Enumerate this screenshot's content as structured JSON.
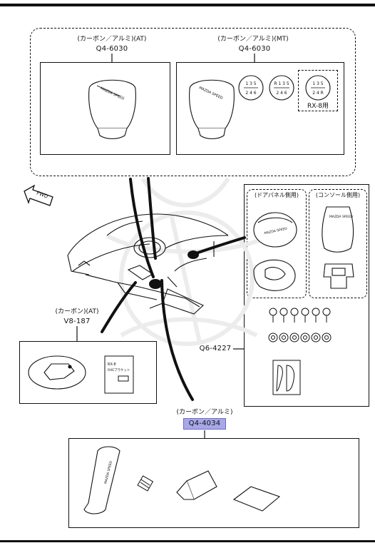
{
  "labels": {
    "at_knob_title": "(カーボン／アルミ)(AT)",
    "at_knob_part": "Q4-6030",
    "mt_knob_title": "(カーボン／アルミ)(MT)",
    "mt_knob_part": "Q4-6030",
    "rx8_note": "RX-8用",
    "fwd": "FWD",
    "door_panel_side": "(ドアパネル側用)",
    "console_side": "(コンソール側用)",
    "panel_part": "Q6-4227",
    "carbon_at_title": "(カーボン)(AT)",
    "carbon_at_part": "V8-187",
    "brake_title": "(カーボン／アルミ)",
    "brake_part": "Q4-4034",
    "knob_logo": "MAZDA SPEED",
    "sticker_brand": "RX-8",
    "sticker_text": "RXEブラケット"
  },
  "shift_patterns": [
    {
      "top": "1 3 5",
      "bottom": "2 4 6"
    },
    {
      "top": "R 1 3 5",
      "bottom": "2 4 6"
    },
    {
      "top": "1 3 5",
      "bottom": "2 4 R"
    }
  ],
  "colors": {
    "line": "#111111",
    "highlight": "#a8a8e8",
    "watermark": "#eeeeee"
  }
}
